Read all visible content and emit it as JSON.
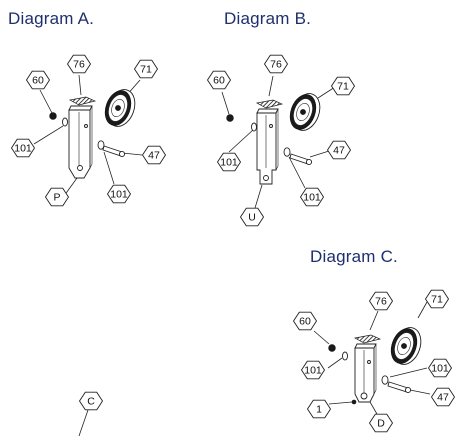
{
  "diagrams": {
    "a": {
      "title": "Diagram   A.",
      "callouts": {
        "nut": "60",
        "cap": "76",
        "pulley": "71",
        "washer_left": "101",
        "bolt": "47",
        "washer_right": "101",
        "bracket": "P"
      }
    },
    "b": {
      "title": "Diagram   B.",
      "callouts": {
        "nut": "60",
        "cap": "76",
        "pulley": "71",
        "washer_left": "101",
        "bolt": "47",
        "washer_right": "101",
        "bracket": "U"
      }
    },
    "c": {
      "title": "Diagram   C.",
      "callouts": {
        "nut": "60",
        "cap": "76",
        "pulley": "71",
        "washer_left": "101",
        "washer_right": "101",
        "bolt": "47",
        "pin": "1",
        "bracket": "D"
      }
    },
    "stray": {
      "callout": "C"
    }
  }
}
